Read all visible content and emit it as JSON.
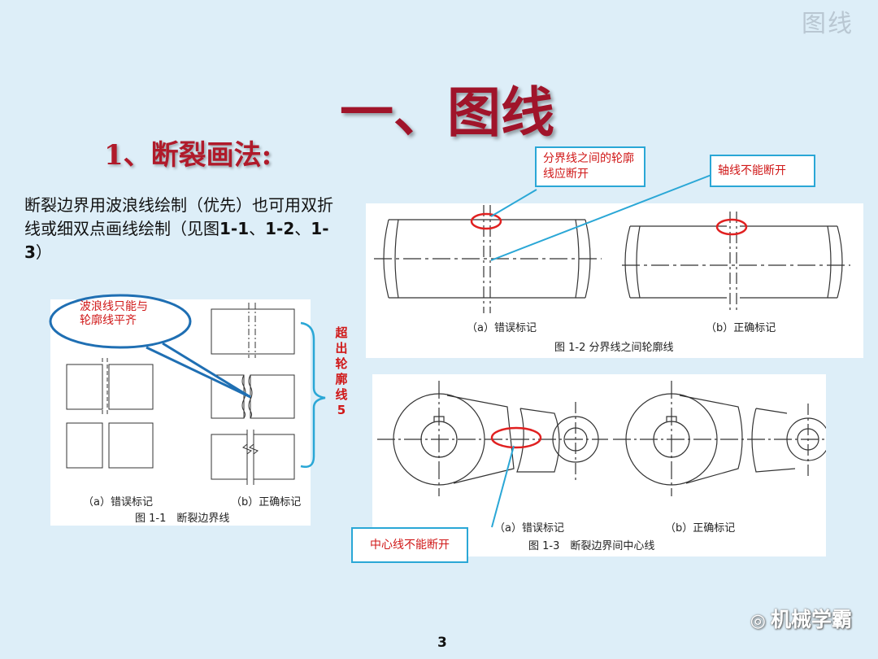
{
  "corner_title": "图线",
  "title": "一、图线",
  "subtitle": "1、断裂画法:",
  "body_text": {
    "part1": "断裂边界用波浪线绘制（优先）也可用双折线或细双点画线绘制（见图",
    "ref1": "1-1",
    "sep1": "、",
    "ref2": "1-2",
    "sep2": "、",
    "ref3": "1-3",
    "part2": "）"
  },
  "fig1": {
    "label_a": "（a）错误标记",
    "label_b": "（b）正确标记",
    "caption": "图 1-1　断裂边界线"
  },
  "fig2": {
    "label_a": "（a）错误标记",
    "label_b": "（b）正确标记",
    "caption": "图 1-2 分界线之间轮廓线"
  },
  "fig3": {
    "label_a": "（a）错误标记",
    "label_b": "（b）正确标记",
    "caption": "图 1-3　断裂边界间中心线"
  },
  "callouts": {
    "wave_line": "波浪线只能与轮廓线平齐",
    "boundary": "分界线之间的轮廓线应断开",
    "axis": "轴线不能断开",
    "center": "中心线不能断开"
  },
  "vertical_label": "超出轮廓线5",
  "page_number": "3",
  "watermark": "机械学霸",
  "colors": {
    "background": "#ddeef8",
    "title": "#a0142a",
    "callout_text": "#d01818",
    "callout_border": "#2aa7d6"
  }
}
